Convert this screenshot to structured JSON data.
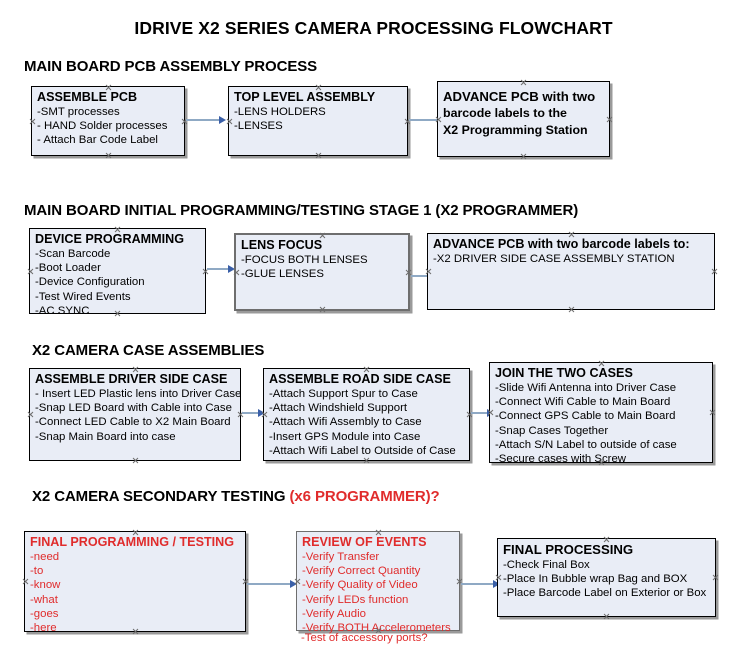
{
  "title": "IDRIVE X2  SERIES CAMERA PROCESSING FLOWCHART",
  "colors": {
    "node_fill": "#e9edf6",
    "node_border": "#000000",
    "connector": "#8fa9c4",
    "arrowhead": "#3a5fa8",
    "accent_red": "#e02c2c",
    "text": "#000000"
  },
  "sections": [
    {
      "heading": "MAIN BOARD PCB ASSEMBLY PROCESS",
      "heading_accent": "",
      "nodes": [
        {
          "title": "ASSEMBLE PCB",
          "lines": [
            "-SMT processes",
            "- HAND Solder processes",
            "- Attach Bar Code Label"
          ]
        },
        {
          "title": "TOP LEVEL ASSEMBLY",
          "lines": [
            "-LENS HOLDERS",
            "-LENSES"
          ]
        },
        {
          "title": "ADVANCE PCB with two",
          "lines": [
            "barcode labels to the",
            " X2 Programming Station"
          ]
        }
      ]
    },
    {
      "heading": "MAIN BOARD INITIAL PROGRAMMING/TESTING STAGE 1 (X2 PROGRAMMER)",
      "heading_accent": "",
      "nodes": [
        {
          "title": "DEVICE PROGRAMMING",
          "lines": [
            "-Scan Barcode",
            "-Boot Loader",
            "-Device Configuration",
            "-Test Wired Events",
            "-AC SYNC"
          ]
        },
        {
          "title": "LENS FOCUS",
          "lines": [
            "-FOCUS BOTH LENSES",
            "-GLUE LENSES"
          ]
        },
        {
          "title": "ADVANCE PCB with two barcode labels to:",
          "lines": [
            "-X2 DRIVER  SIDE  CASE  ASSEMBLY STATION"
          ]
        }
      ]
    },
    {
      "heading": "X2 CAMERA CASE ASSEMBLIES",
      "heading_accent": "",
      "nodes": [
        {
          "title": "ASSEMBLE DRIVER SIDE CASE",
          "lines": [
            "- Insert LED Plastic lens into Driver Case",
            "-Snap LED Board with Cable into Case",
            "-Connect LED Cable to X2 Main Board",
            "-Snap Main Board into case"
          ]
        },
        {
          "title": "ASSEMBLE ROAD SIDE CASE",
          "lines": [
            "-Attach Support Spur to Case",
            "-Attach Windshield Support",
            "-Attach Wifi Assembly to Case",
            "-Insert GPS Module into Case",
            "-Attach Wifi Label to Outside of Case"
          ]
        },
        {
          "title": "JOIN THE TWO CASES",
          "lines": [
            "-Slide Wifi Antenna into Driver Case",
            "-Connect Wifi Cable to Main Board",
            "-Connect GPS Cable to Main Board",
            "-Snap Cases Together",
            "-Attach S/N Label to outside of case",
            "-Secure cases with Screw"
          ]
        }
      ]
    },
    {
      "heading": "X2 CAMERA SECONDARY TESTING ",
      "heading_accent": "(x6 PROGRAMMER)?",
      "nodes": [
        {
          "title": "FINAL PROGRAMMING / TESTING",
          "lines": [
            "-need",
            "-to",
            "-know",
            "-what",
            "-goes",
            "-here"
          ]
        },
        {
          "title": "REVIEW OF EVENTS",
          "lines": [
            "-Verify Transfer",
            "-Verify Correct Quantity",
            "-Verify Quality of Video",
            "-Verify LEDs function",
            "-Verify Audio",
            "-Verify BOTH Accelerometers"
          ],
          "overflow_line": "-Test of accessory ports?"
        },
        {
          "title": "FINAL PROCESSING",
          "lines": [
            " -Check Final Box",
            "-Place In Bubble wrap Bag and BOX",
            "-Place Barcode Label on Exterior or Box"
          ]
        }
      ]
    }
  ]
}
